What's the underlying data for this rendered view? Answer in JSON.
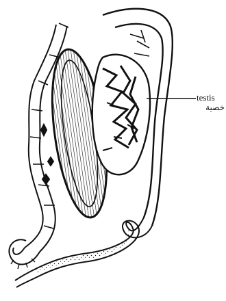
{
  "diagram": {
    "labels": [
      {
        "id": "testis",
        "text_en": "testis",
        "text_ar": "خصية"
      }
    ],
    "colors": {
      "ink": "#111111",
      "background": "#ffffff"
    }
  }
}
